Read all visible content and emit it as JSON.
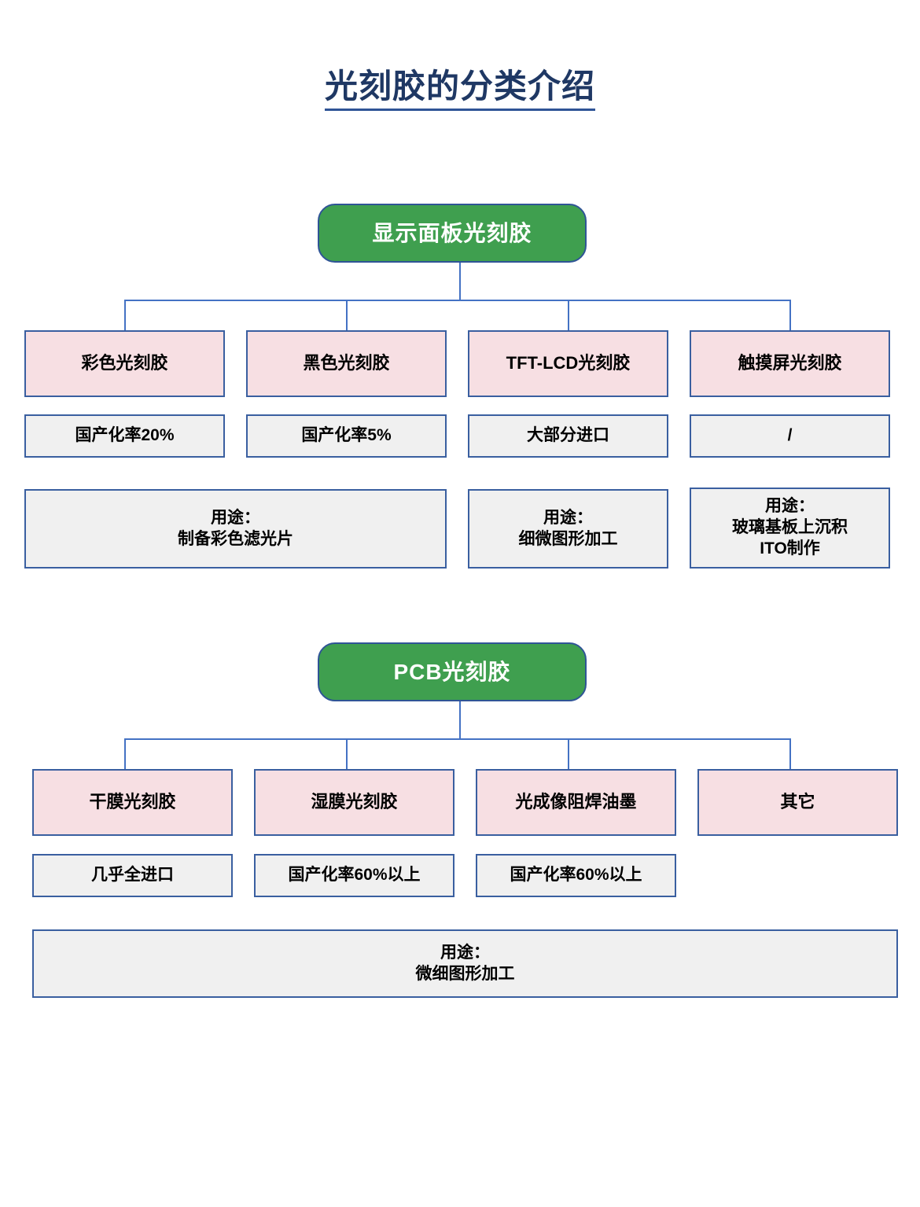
{
  "title": "光刻胶的分类介绍",
  "sections": [
    {
      "key": "display-panel",
      "root": "显示面板光刻胶",
      "columns": [
        {
          "category": "彩色光刻胶",
          "localization": "国产化率20%",
          "use_label": "用途：",
          "use_lines": [
            "制备彩色滤光片"
          ]
        },
        {
          "category": "黑色光刻胶",
          "localization": "国产化率5%",
          "use_label": "",
          "use_lines": []
        },
        {
          "category": "TFT-LCD光刻胶",
          "localization": "大部分进口",
          "use_label": "用途：",
          "use_lines": [
            "细微图形加工"
          ]
        },
        {
          "category": "触摸屏光刻胶",
          "localization": "/",
          "use_label": "用途：",
          "use_lines": [
            "玻璃基板上沉积",
            "ITO制作"
          ]
        }
      ]
    },
    {
      "key": "pcb",
      "root": "PCB光刻胶",
      "columns": [
        {
          "category": "干膜光刻胶",
          "localization": "几乎全进口",
          "use_label": "",
          "use_lines": []
        },
        {
          "category": "湿膜光刻胶",
          "localization": "国产化率60%以上",
          "use_label": "",
          "use_lines": []
        },
        {
          "category": "光成像阻焊油墨",
          "localization": "国产化率60%以上",
          "use_label": "",
          "use_lines": []
        },
        {
          "category": "其它",
          "localization": "",
          "use_label": "",
          "use_lines": []
        }
      ],
      "shared_use_label": "用途：",
      "shared_use_lines": [
        "微细图形加工"
      ]
    }
  ],
  "colors": {
    "title": "#1f3864",
    "root_fill": "#3f9f4f",
    "category_fill": "#f7dfe3",
    "info_fill": "#f0f0f0",
    "border": "#3a5fa0",
    "connector": "#4472c4"
  }
}
